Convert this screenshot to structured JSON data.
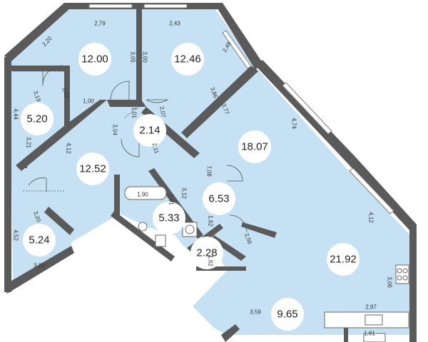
{
  "colors": {
    "floor": "#c5e1f3",
    "wall": "#5a5a5a",
    "window": "#ffffff",
    "background": "#ffffff"
  },
  "rooms": [
    {
      "name": "room-12-00",
      "area": "12.00"
    },
    {
      "name": "room-12-46",
      "area": "12.46"
    },
    {
      "name": "room-5-20",
      "area": "5.20"
    },
    {
      "name": "room-2-14",
      "area": "2.14"
    },
    {
      "name": "room-18-07",
      "area": "18.07"
    },
    {
      "name": "room-12-52",
      "area": "12.52"
    },
    {
      "name": "room-6-53",
      "area": "6.53"
    },
    {
      "name": "room-5-33",
      "area": "5.33"
    },
    {
      "name": "room-5-24",
      "area": "5.24"
    },
    {
      "name": "room-2-28",
      "area": "2.28"
    },
    {
      "name": "room-21-92",
      "area": "21.92"
    },
    {
      "name": "room-9-65",
      "area": "9.65"
    }
  ],
  "dimensions": [
    "2,79",
    "2,43",
    "2,20",
    "2,48",
    "3,05",
    "3,00",
    "3,19",
    "3,02",
    "1,00",
    "4,44",
    "3,86",
    "3,77",
    "1,01",
    "2,07",
    "3,04",
    "4,74",
    "4,12",
    "2,11",
    "3,21",
    "7,08",
    "1,90",
    "3,12",
    "2,91",
    "3,20",
    "4,12",
    "1,62",
    "2,56",
    "4,52",
    "1,62",
    "3,20",
    "3,06",
    "2,97",
    "3,59",
    "1,61"
  ]
}
